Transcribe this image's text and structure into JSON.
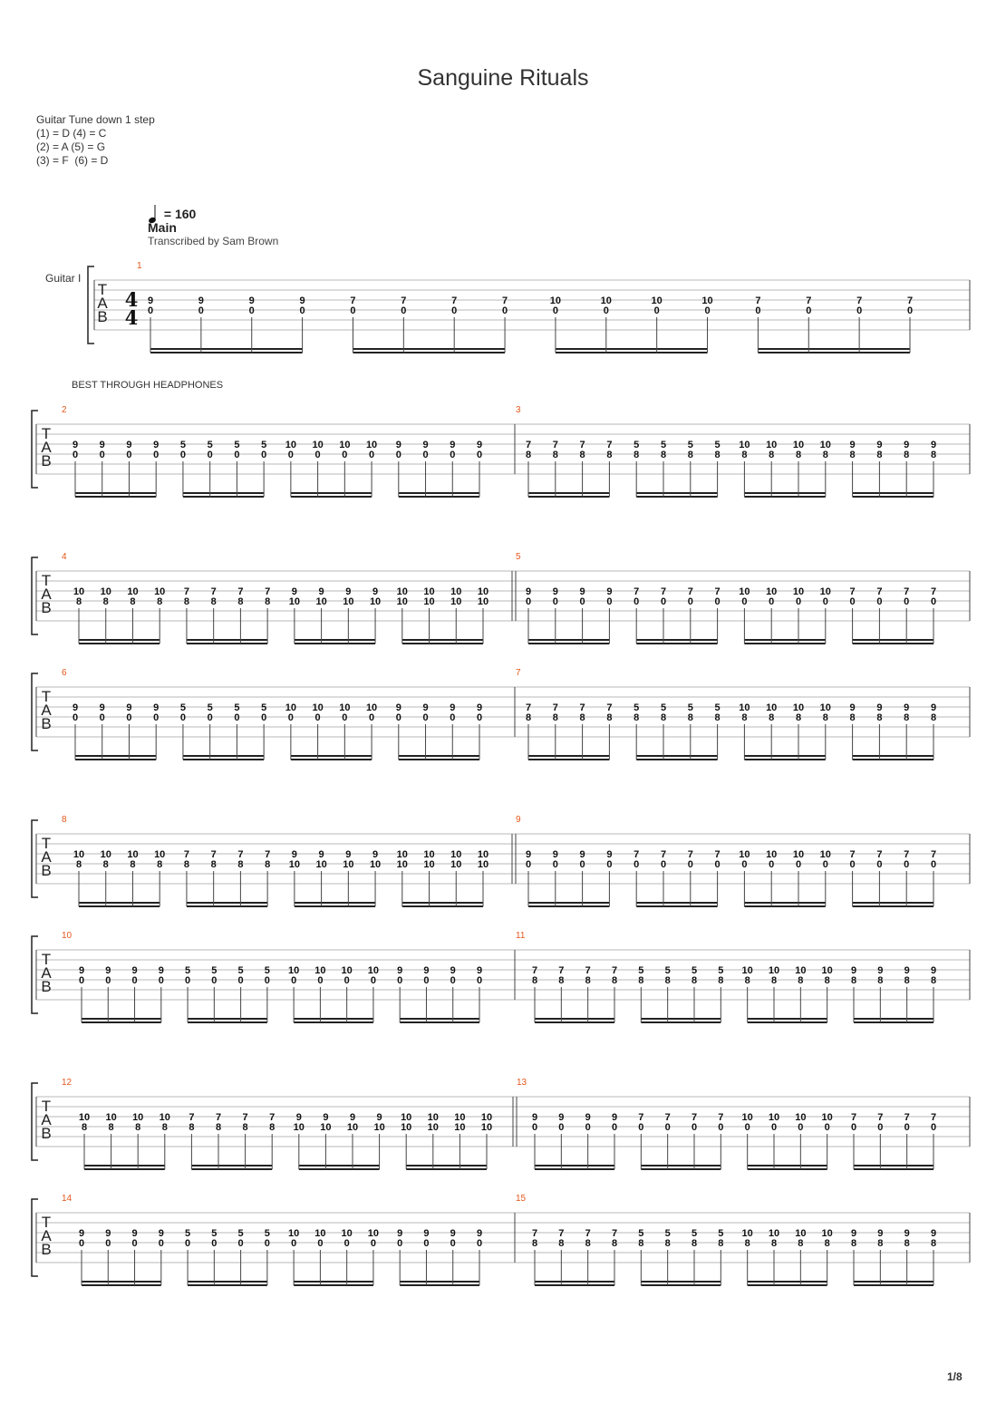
{
  "title": "Sanguine Rituals",
  "tuning": {
    "heading": "Guitar Tune down 1 step",
    "lines": [
      "(1) = D (4) = C",
      "(2) = A (5) = G",
      "(3) = F  (6) = D"
    ]
  },
  "tempo": {
    "prefix": "=",
    "value": "160"
  },
  "section": "Main",
  "transcriber": "Transcribed by Sam Brown",
  "instrument": "Guitar I",
  "annotation": "BEST THROUGH HEADPHONES",
  "tab_clef": [
    "T",
    "A",
    "B"
  ],
  "time_signature": {
    "numerator": "4",
    "denominator": "4"
  },
  "page_number": "1/8",
  "patterns": {
    "A": [
      [
        "9",
        "0"
      ],
      [
        "5",
        "0"
      ],
      [
        "10",
        "0"
      ],
      [
        "9",
        "0"
      ]
    ],
    "B": [
      [
        "7",
        "8"
      ],
      [
        "5",
        "8"
      ],
      [
        "10",
        "8"
      ],
      [
        "9",
        "8"
      ]
    ],
    "C": [
      [
        "10",
        "8"
      ],
      [
        "7",
        "8"
      ],
      [
        "9",
        "10"
      ],
      [
        "10",
        "10"
      ]
    ],
    "D": [
      [
        "9",
        "0"
      ],
      [
        "7",
        "0"
      ],
      [
        "10",
        "0"
      ],
      [
        "7",
        "0"
      ]
    ],
    "E": [
      [
        "9",
        "0"
      ],
      [
        "7",
        "0"
      ],
      [
        "10",
        "0"
      ],
      [
        "7",
        "0"
      ]
    ]
  },
  "measures": [
    {
      "number": "1",
      "pattern": "E"
    },
    {
      "number": "2",
      "pattern": "A"
    },
    {
      "number": "3",
      "pattern": "B"
    },
    {
      "number": "4",
      "pattern": "C"
    },
    {
      "number": "5",
      "pattern": "D"
    },
    {
      "number": "6",
      "pattern": "A"
    },
    {
      "number": "7",
      "pattern": "B"
    },
    {
      "number": "8",
      "pattern": "C"
    },
    {
      "number": "9",
      "pattern": "D"
    },
    {
      "number": "10",
      "pattern": "A"
    },
    {
      "number": "11",
      "pattern": "B"
    },
    {
      "number": "12",
      "pattern": "C"
    },
    {
      "number": "13",
      "pattern": "D"
    },
    {
      "number": "14",
      "pattern": "A"
    },
    {
      "number": "15",
      "pattern": "B"
    }
  ]
}
